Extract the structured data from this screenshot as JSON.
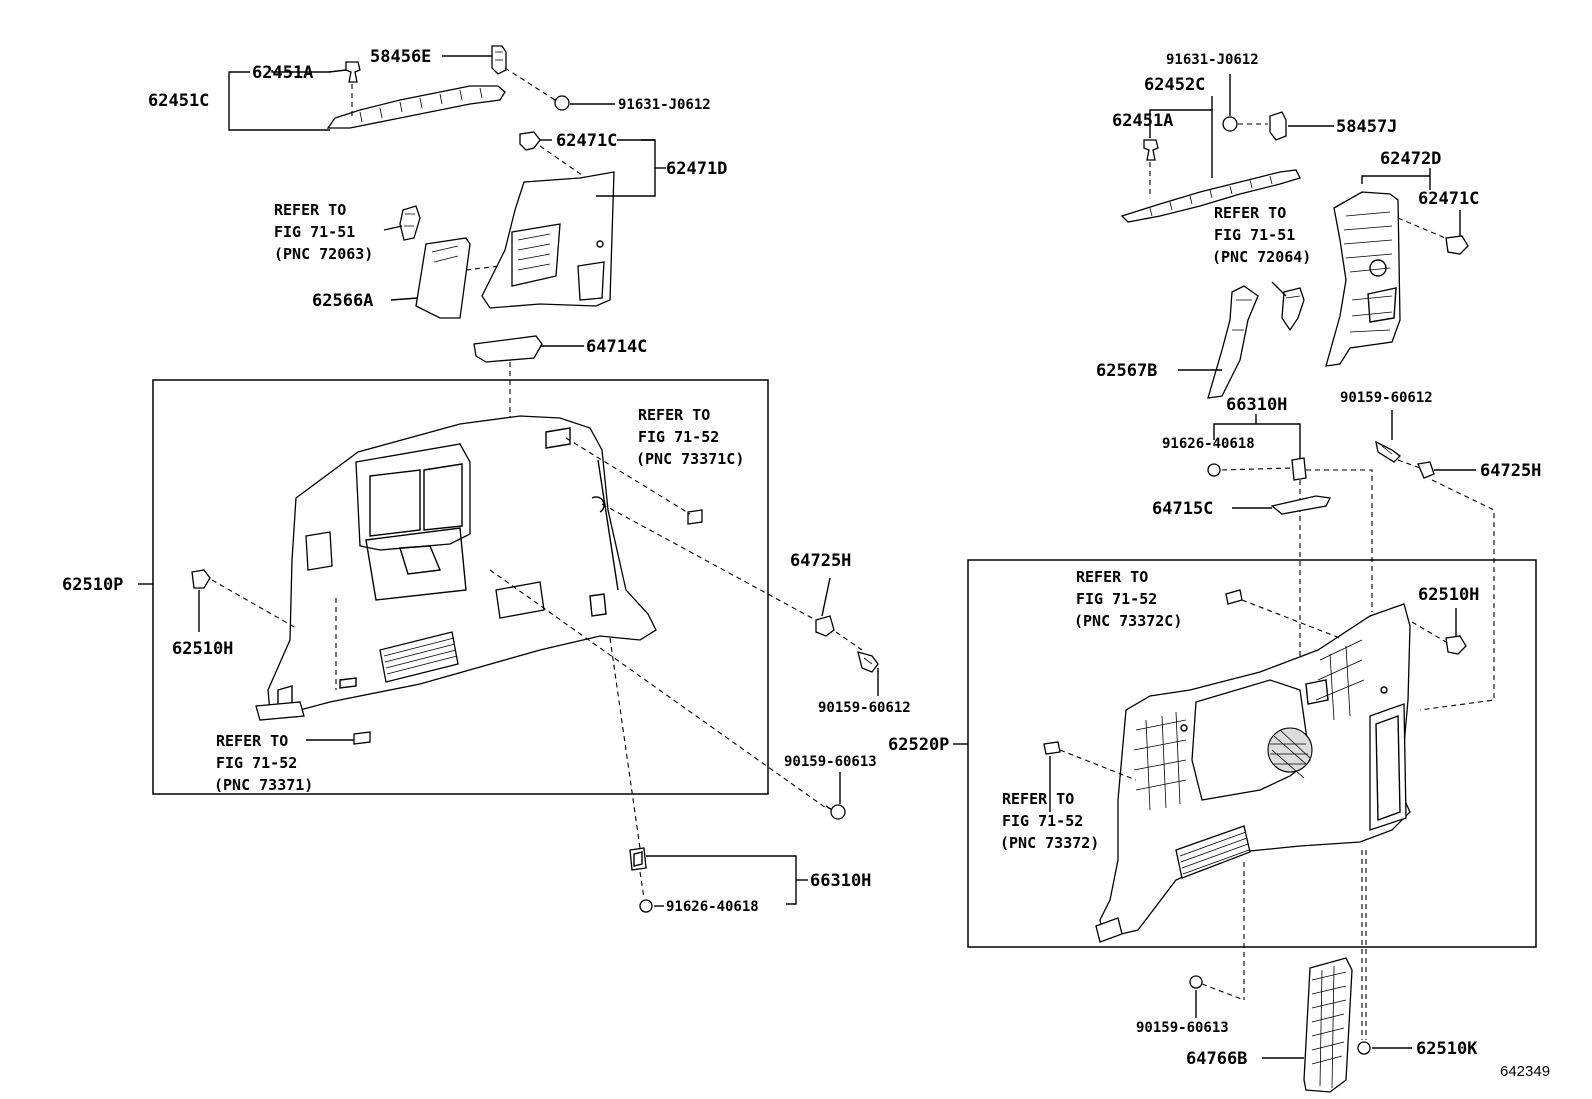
{
  "labels": {
    "l62451A_left": "62451A",
    "l58456E": "58456E",
    "l62451C": "62451C",
    "l91631_left": "91631-J0612",
    "l62471C_left": "62471C",
    "l62471D": "62471D",
    "refer_7151_left": [
      "REFER TO",
      "FIG 71-51",
      "(PNC 72063)"
    ],
    "l62566A": "62566A",
    "l64714C": "64714C",
    "refer_73371C": [
      "REFER TO",
      "FIG 71-52",
      "(PNC 73371C)"
    ],
    "l62510P": "62510P",
    "l62510H_left": "62510H",
    "l64725H_left": "64725H",
    "l90159_612_left": "90159-60612",
    "refer_73371": [
      "REFER TO",
      "FIG 71-52",
      "(PNC 73371)"
    ],
    "l90159_613_left": "90159-60613",
    "l66310H_left": "66310H",
    "l91626_left": "91626-40618",
    "l91631_right": "91631-J0612",
    "l62452C": "62452C",
    "l62451A_right": "62451A",
    "l58457J": "58457J",
    "l62472D": "62472D",
    "l62471C_right": "62471C",
    "refer_7151_right": [
      "REFER TO",
      "FIG 71-51",
      "(PNC 72064)"
    ],
    "l62567B": "62567B",
    "l66310H_right": "66310H",
    "l90159_612_right": "90159-60612",
    "l91626_right": "91626-40618",
    "l64725H_right": "64725H",
    "l64715C": "64715C",
    "refer_73372C": [
      "REFER TO",
      "FIG 71-52",
      "(PNC 73372C)"
    ],
    "l62510H_right": "62510H",
    "l62520P": "62520P",
    "refer_73372": [
      "REFER TO",
      "FIG 71-52",
      "(PNC 73372)"
    ],
    "l90159_613_right": "90159-60613",
    "l64766B": "64766B",
    "l62510K": "62510K",
    "figure_id": "642349"
  }
}
